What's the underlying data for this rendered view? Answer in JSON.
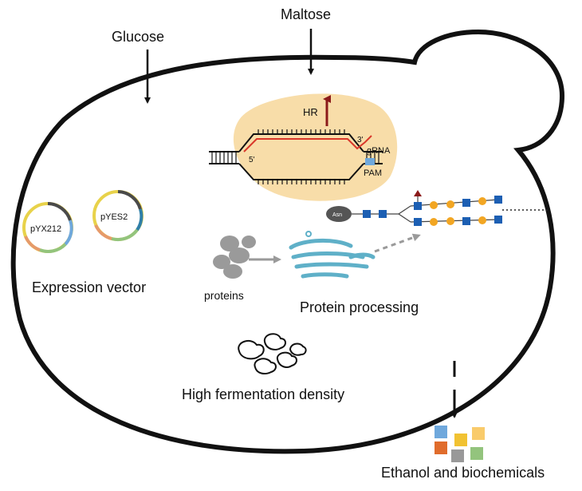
{
  "inputs": {
    "glucose": "Glucose",
    "maltose": "Maltose"
  },
  "crispr": {
    "hr": "HR",
    "five_prime": "5'",
    "three_prime": "3'",
    "grna": "gRNA",
    "pam": "PAM"
  },
  "plasmids": {
    "left": "pYX212",
    "right": "pYES2",
    "caption": "Expression vector"
  },
  "processing": {
    "proteins": "proteins",
    "caption": "Protein processing",
    "asn": "Asn"
  },
  "fermentation": {
    "caption": "High fermentation density"
  },
  "output": {
    "caption": "Ethanol and biochemicals"
  },
  "colors": {
    "outline": "#111111",
    "highlight": "#f7d9a0",
    "hr_arrow": "#8b1a1a",
    "grna": "#d9372a",
    "er": "#5fb0c8",
    "glycan_square": "#1c5fb3",
    "glycan_circle": "#f2a623",
    "products": [
      "#6fa8dc",
      "#f1c232",
      "#f9cb6b",
      "#e06c2c",
      "#999999",
      "#93c47d"
    ]
  }
}
